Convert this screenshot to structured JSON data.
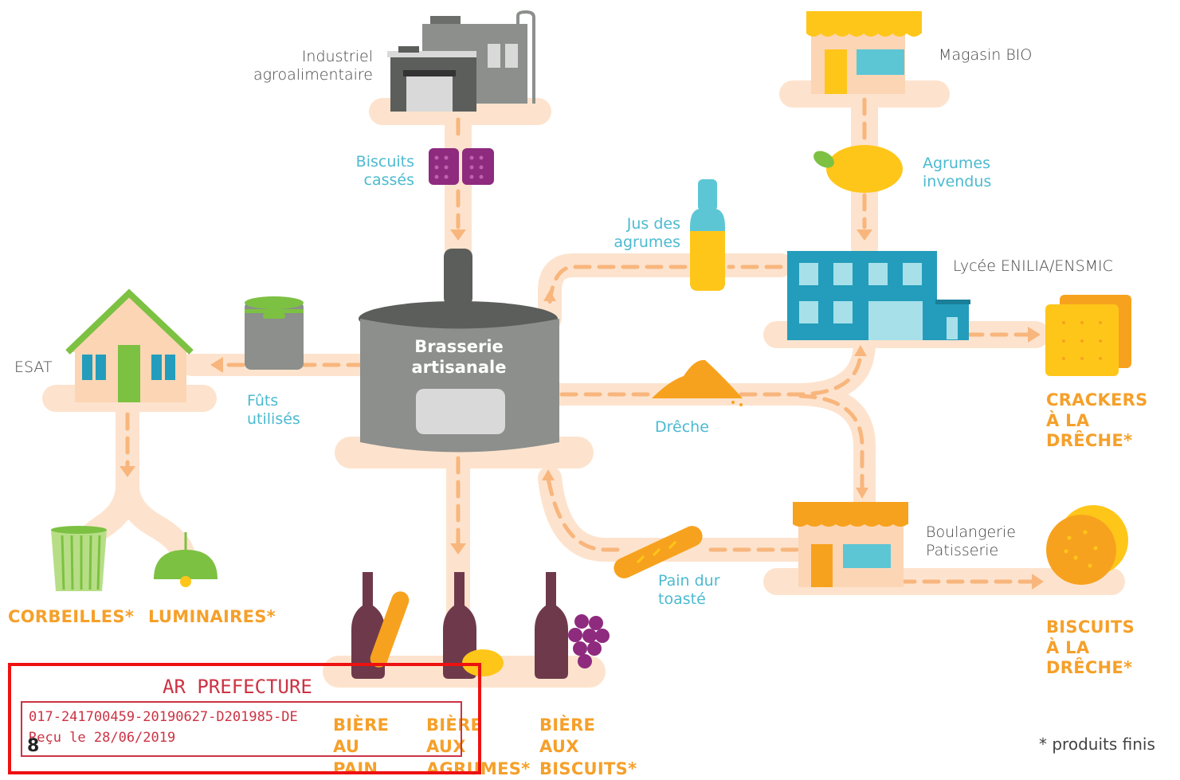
{
  "nodes": {
    "industriel": "Industriel\nagroalimentaire",
    "magasin": "Magasin BIO",
    "lycee": "Lycée ENILIA/ENSMIC",
    "esat": "ESAT",
    "brasserie": "Brasserie\nartisanale",
    "boulangerie": "Boulangerie\nPatisserie"
  },
  "flows": {
    "biscuits_casses": "Biscuits\ncassés",
    "agrumes_invendus": "Agrumes\ninvendus",
    "jus_agrumes": "Jus des\nagrumes",
    "futs_utilises": "Fûts\nutilisés",
    "dreche": "Drêche",
    "pain_dur": "Pain dur\ntoasté"
  },
  "products": {
    "crackers": "CRACKERS\nÀ LA DRÊCHE*",
    "biscuits": "BISCUITS\nÀ LA DRÊCHE*",
    "corbeilles": "CORBEILLES*",
    "luminaires": "LUMINAIRES*",
    "biere_pain": "BIÈRE\nAU\nPAIN",
    "biere_agrumes": "BIÈRE\nAUX\nAGRUMES*",
    "biere_biscuits": "BIÈRE\nAUX\nBISCUITS*"
  },
  "footnote": "* produits finis",
  "stamp": {
    "title": "AR PREFECTURE",
    "reference": "017-241700459-20190627-D201985-DE",
    "received": "Reçu le 28/06/2019"
  },
  "page_number": "8",
  "colors": {
    "path": "#fde3cd",
    "arrow": "#f8b67d",
    "node_text": "#444444",
    "flow_text": "#4cbad0",
    "product_text": "#f5a02a",
    "stamp_red": "#ee1111"
  }
}
